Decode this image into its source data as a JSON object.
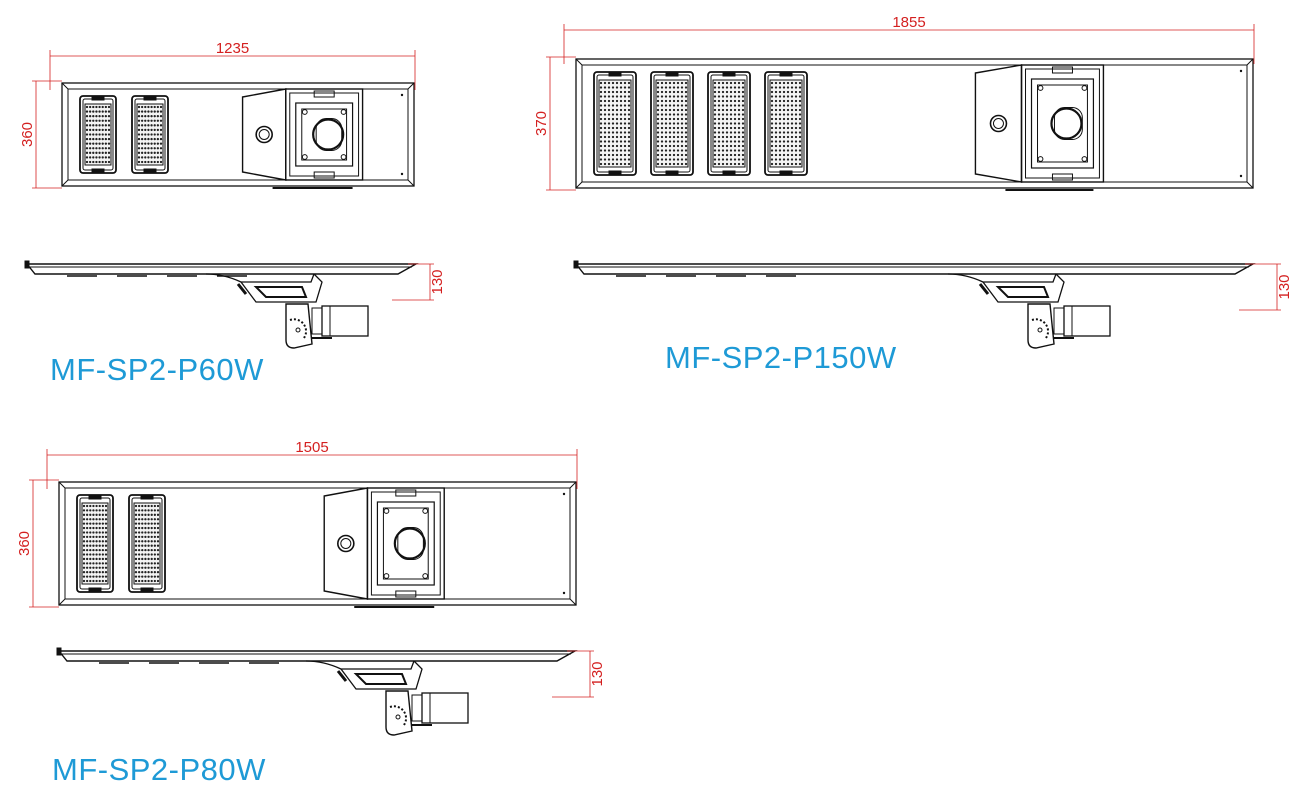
{
  "colors": {
    "line": "#111111",
    "dimension": "#d42020",
    "label": "#1e9ad6"
  },
  "products": [
    {
      "model": "MF-SP2-P60W",
      "length": "1235",
      "width": "360",
      "height": "130",
      "led_modules": 2
    },
    {
      "model": "MF-SP2-P150W",
      "length": "1855",
      "width": "370",
      "height": "130",
      "led_modules": 4
    },
    {
      "model": "MF-SP2-P80W",
      "length": "1505",
      "width": "360",
      "height": "130",
      "led_modules": 2
    }
  ]
}
